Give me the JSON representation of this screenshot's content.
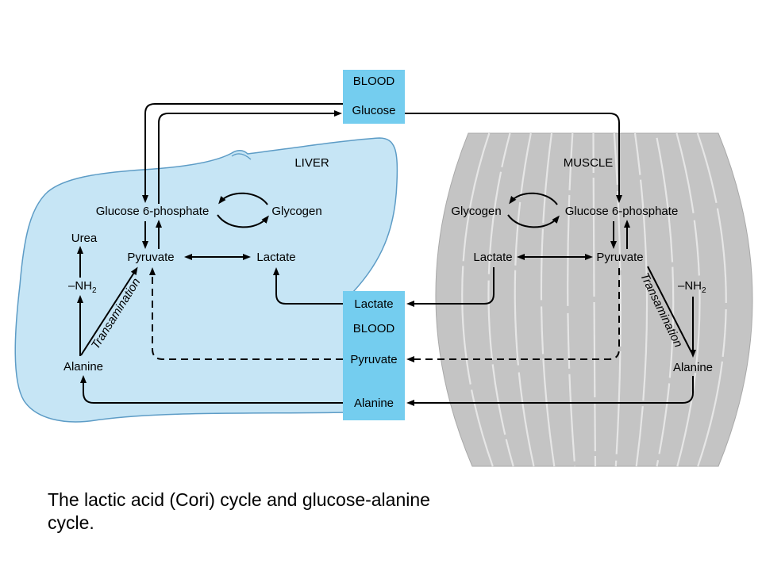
{
  "blood": {
    "top": {
      "label": "BLOOD",
      "glucose": "Glucose"
    },
    "bottom": {
      "lactate": "Lactate",
      "label": "BLOOD",
      "pyruvate": "Pyruvate",
      "alanine": "Alanine"
    }
  },
  "liver": {
    "label": "LIVER",
    "glucose_6_phosphate": "Glucose 6-phosphate",
    "glycogen": "Glycogen",
    "urea": "Urea",
    "pyruvate": "Pyruvate",
    "lactate": "Lactate",
    "amino_group": {
      "text": "–NH",
      "subscript": "2"
    },
    "transamination": "Transamination",
    "alanine": "Alanine"
  },
  "muscle": {
    "label": "MUSCLE",
    "glucose_6_phosphate": "Glucose 6-phosphate",
    "glycogen": "Glycogen",
    "pyruvate": "Pyruvate",
    "lactate": "Lactate",
    "amino_group": {
      "text": "–NH",
      "subscript": "2"
    },
    "transamination": "Transamination",
    "alanine": "Alanine"
  },
  "caption": "The lactic acid (Cori) cycle and glucose-alanine cycle.",
  "colors": {
    "liver_fill": "#c6e5f5",
    "blood_fill": "#74cdef",
    "muscle_fill": "#c4c4c4",
    "muscle_fiber": "#e6e6e6"
  }
}
